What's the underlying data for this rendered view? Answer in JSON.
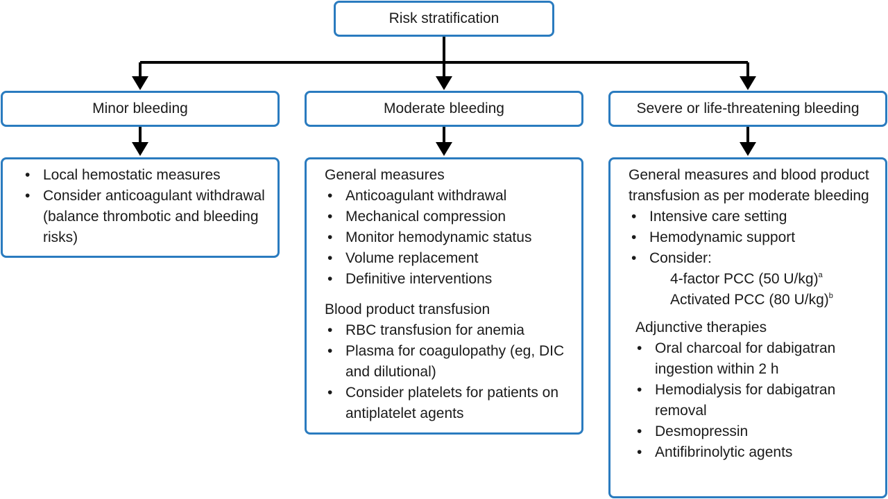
{
  "root": {
    "label": "Risk stratification"
  },
  "minor": {
    "title": "Minor bleeding",
    "items": [
      "Local hemostatic measures",
      "Consider anticoagulant withdrawal (balance thrombotic and bleeding risks)"
    ]
  },
  "moderate": {
    "title": "Moderate bleeding",
    "section1_title": "General measures",
    "section1_items": [
      "Anticoagulant withdrawal",
      "Mechanical compression",
      "Monitor hemodynamic status",
      "Volume replacement",
      "Definitive interventions"
    ],
    "section2_title": "Blood product transfusion",
    "section2_items": [
      "RBC transfusion for anemia",
      "Plasma for coagulopathy (eg, DIC and dilutional)",
      "Consider platelets for patients on antiplatelet agents"
    ]
  },
  "severe": {
    "title": "Severe or life-threatening bleeding",
    "intro": "General measures and blood product transfusion as per moderate bleeding",
    "items": [
      "Intensive care setting",
      "Hemodynamic support",
      "Consider:"
    ],
    "consider_options": [
      {
        "text": "4-factor PCC (50 U/kg)",
        "note": "a"
      },
      {
        "text": "Activated PCC (80 U/kg)",
        "note": "b"
      }
    ],
    "section2_title": "Adjunctive therapies",
    "section2_items": [
      "Oral charcoal for dabigatran ingestion within 2 h",
      "Hemodialysis for dabigatran removal",
      "Desmopressin",
      "Antifibrinolytic agents"
    ]
  },
  "colors": {
    "box_border": "#2a7bbf",
    "arrow": "#000000"
  }
}
